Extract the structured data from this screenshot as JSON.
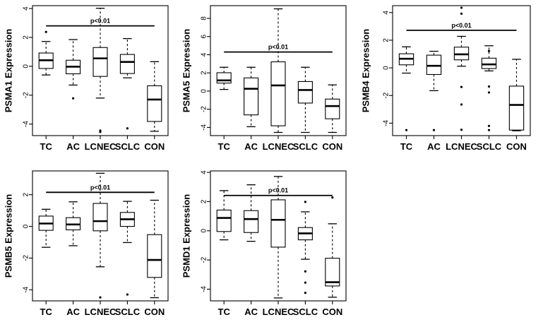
{
  "figure": {
    "type": "multi-panel-boxplot",
    "panel_count": 5,
    "layout": "3 columns x 2 rows",
    "categories": [
      "TC",
      "AC",
      "LCNEC",
      "SCLC",
      "CON"
    ],
    "significance_label": "p<0.01"
  },
  "chart_data": [
    {
      "type": "box",
      "panel_index": 0,
      "title": "",
      "xlabel": "",
      "ylabel": "PSMA1 Expression",
      "categories": [
        "TC",
        "AC",
        "LCNEC",
        "SCLC",
        "CON"
      ],
      "ylim": [
        -4.8,
        4.2
      ],
      "yticks": [
        4,
        2,
        0,
        -2,
        -4
      ],
      "ytick_labels": [
        "4",
        "2",
        "0",
        "-2",
        "-4"
      ],
      "grid": false,
      "legend": "none",
      "annotation": {
        "text": "p<0.01",
        "y": 2.8,
        "x_from": "TC",
        "x_to": "CON"
      },
      "boxes": [
        {
          "category": "TC",
          "whisker_low": -0.6,
          "q1": -0.15,
          "median": 0.42,
          "q3": 0.92,
          "whisker_high": 1.72,
          "outliers": [
            2.38
          ]
        },
        {
          "category": "AC",
          "whisker_low": -1.3,
          "q1": -0.52,
          "median": -0.03,
          "q3": 0.42,
          "whisker_high": 1.85,
          "outliers": [
            -2.22
          ]
        },
        {
          "category": "LCNEC",
          "whisker_low": -2.2,
          "q1": -0.7,
          "median": 0.55,
          "q3": 1.3,
          "whisker_high": 4.02,
          "outliers": [
            -4.45,
            -4.55
          ]
        },
        {
          "category": "SCLC",
          "whisker_low": -0.8,
          "q1": -0.5,
          "median": 0.3,
          "q3": 0.82,
          "whisker_high": 1.92,
          "outliers": [
            -4.3
          ]
        },
        {
          "category": "CON",
          "whisker_low": -4.5,
          "q1": -3.82,
          "median": -2.3,
          "q3": -1.35,
          "whisker_high": 0.32,
          "outliers": []
        }
      ]
    },
    {
      "type": "box",
      "panel_index": 1,
      "title": "",
      "xlabel": "",
      "ylabel": "PSMA5 Expression",
      "categories": [
        "TC",
        "AC",
        "LCNEC",
        "SCLC",
        "CON"
      ],
      "ylim": [
        -4.9,
        9.4
      ],
      "yticks": [
        8,
        6,
        4,
        2,
        0,
        -2,
        -4
      ],
      "ytick_labels": [
        "8",
        "6",
        "4",
        "2",
        "0",
        "-2",
        "-4"
      ],
      "grid": false,
      "legend": "none",
      "annotation": {
        "text": "p<0.01",
        "y": 4.3,
        "x_from": "TC",
        "x_to": "CON"
      },
      "boxes": [
        {
          "category": "TC",
          "whisker_low": 0.18,
          "q1": 0.88,
          "median": 1.18,
          "q3": 2.02,
          "whisker_high": 2.62,
          "outliers": []
        },
        {
          "category": "AC",
          "whisker_low": -3.92,
          "q1": -2.62,
          "median": 0.25,
          "q3": 1.45,
          "whisker_high": 2.62,
          "outliers": []
        },
        {
          "category": "LCNEC",
          "whisker_low": -4.55,
          "q1": -3.82,
          "median": 0.62,
          "q3": 3.22,
          "whisker_high": 9.05,
          "outliers": []
        },
        {
          "category": "SCLC",
          "whisker_low": -4.55,
          "q1": -1.32,
          "median": 0.12,
          "q3": 1.05,
          "whisker_high": 2.62,
          "outliers": []
        },
        {
          "category": "CON",
          "whisker_low": -4.55,
          "q1": -3.05,
          "median": -1.65,
          "q3": -0.88,
          "whisker_high": 0.68,
          "outliers": []
        }
      ]
    },
    {
      "type": "box",
      "panel_index": 2,
      "title": "",
      "xlabel": "",
      "ylabel": "PSMB4 Expression",
      "categories": [
        "TC",
        "AC",
        "LCNEC",
        "SCLC",
        "CON"
      ],
      "ylim": [
        -4.9,
        4.5
      ],
      "yticks": [
        4,
        2,
        0,
        -2,
        -4
      ],
      "ytick_labels": [
        "4",
        "2",
        "0",
        "-2",
        "-4"
      ],
      "grid": false,
      "legend": "none",
      "annotation": {
        "text": "p<0.01",
        "y": 2.72,
        "x_from": "TC",
        "x_to": "CON"
      },
      "boxes": [
        {
          "category": "TC",
          "whisker_low": -0.38,
          "q1": 0.22,
          "median": 0.66,
          "q3": 1.02,
          "whisker_high": 1.52,
          "outliers": [
            -4.5
          ]
        },
        {
          "category": "AC",
          "whisker_low": -1.65,
          "q1": -0.48,
          "median": 0.15,
          "q3": 0.92,
          "whisker_high": 1.2,
          "outliers": [
            -4.5
          ]
        },
        {
          "category": "LCNEC",
          "whisker_low": 0.12,
          "q1": 0.58,
          "median": 0.98,
          "q3": 1.5,
          "whisker_high": 2.28,
          "outliers": [
            4.35,
            3.92,
            -1.38,
            -2.65,
            -4.48
          ]
        },
        {
          "category": "SCLC",
          "whisker_low": -0.22,
          "q1": -0.05,
          "median": 0.25,
          "q3": 0.7,
          "whisker_high": 1.6,
          "outliers": [
            1.22,
            -1.35,
            -1.78,
            -4.2,
            -4.5
          ]
        },
        {
          "category": "CON",
          "whisker_low": -4.55,
          "q1": -4.5,
          "median": -2.68,
          "q3": -1.32,
          "whisker_high": 0.62,
          "outliers": []
        }
      ]
    },
    {
      "type": "box",
      "panel_index": 3,
      "title": "",
      "xlabel": "",
      "ylabel": "PSMB5 Expression",
      "categories": [
        "TC",
        "AC",
        "LCNEC",
        "SCLC",
        "CON"
      ],
      "ylim": [
        -4.7,
        3.5
      ],
      "yticks": [
        2,
        0,
        -2,
        -4
      ],
      "ytick_labels": [
        "2",
        "0",
        "-2",
        "-4"
      ],
      "grid": false,
      "legend": "none",
      "annotation": {
        "text": "p<0.01",
        "y": 2.15,
        "x_from": "TC",
        "x_to": "CON"
      },
      "boxes": [
        {
          "category": "TC",
          "whisker_low": -1.32,
          "q1": -0.25,
          "median": 0.18,
          "q3": 0.65,
          "whisker_high": 1.08,
          "outliers": []
        },
        {
          "category": "AC",
          "whisker_low": -1.22,
          "q1": -0.22,
          "median": 0.12,
          "q3": 0.55,
          "whisker_high": 1.55,
          "outliers": []
        },
        {
          "category": "LCNEC",
          "whisker_low": -2.55,
          "q1": -0.28,
          "median": 0.33,
          "q3": 1.45,
          "whisker_high": 3.35,
          "outliers": [
            -4.48
          ]
        },
        {
          "category": "SCLC",
          "whisker_low": -1.02,
          "q1": 0.0,
          "median": 0.45,
          "q3": 0.88,
          "whisker_high": 1.58,
          "outliers": [
            -4.3
          ]
        },
        {
          "category": "CON",
          "whisker_low": -4.5,
          "q1": -3.22,
          "median": -2.12,
          "q3": -0.52,
          "whisker_high": 1.65,
          "outliers": []
        }
      ]
    },
    {
      "type": "box",
      "panel_index": 4,
      "title": "",
      "xlabel": "",
      "ylabel": "PSMD1 Expression",
      "categories": [
        "TC",
        "AC",
        "LCNEC",
        "SCLC",
        "CON"
      ],
      "ylim": [
        -4.8,
        4.1
      ],
      "yticks": [
        4,
        2,
        0,
        -2,
        -4
      ],
      "ytick_labels": [
        "4",
        "2",
        "0",
        "-2",
        "-4"
      ],
      "grid": false,
      "legend": "none",
      "annotation": {
        "text": "p<0.01",
        "y": 2.42,
        "x_from": "TC",
        "x_to": "CON"
      },
      "boxes": [
        {
          "category": "TC",
          "whisker_low": -0.62,
          "q1": -0.05,
          "median": 0.88,
          "q3": 1.42,
          "whisker_high": 2.75,
          "outliers": []
        },
        {
          "category": "AC",
          "whisker_low": -0.72,
          "q1": -0.12,
          "median": 0.8,
          "q3": 1.38,
          "whisker_high": 3.15,
          "outliers": []
        },
        {
          "category": "LCNEC",
          "whisker_low": -4.6,
          "q1": -1.12,
          "median": 0.75,
          "q3": 2.12,
          "whisker_high": 3.72,
          "outliers": []
        },
        {
          "category": "SCLC",
          "whisker_low": -1.95,
          "q1": -0.62,
          "median": -0.18,
          "q3": 0.22,
          "whisker_high": 1.3,
          "outliers": [
            1.98,
            -2.78,
            -3.55,
            -4.25
          ]
        },
        {
          "category": "CON",
          "whisker_low": -4.55,
          "q1": -3.78,
          "median": -3.52,
          "q3": -1.88,
          "whisker_high": 0.48,
          "outliers": [
            2.28
          ]
        }
      ]
    }
  ]
}
